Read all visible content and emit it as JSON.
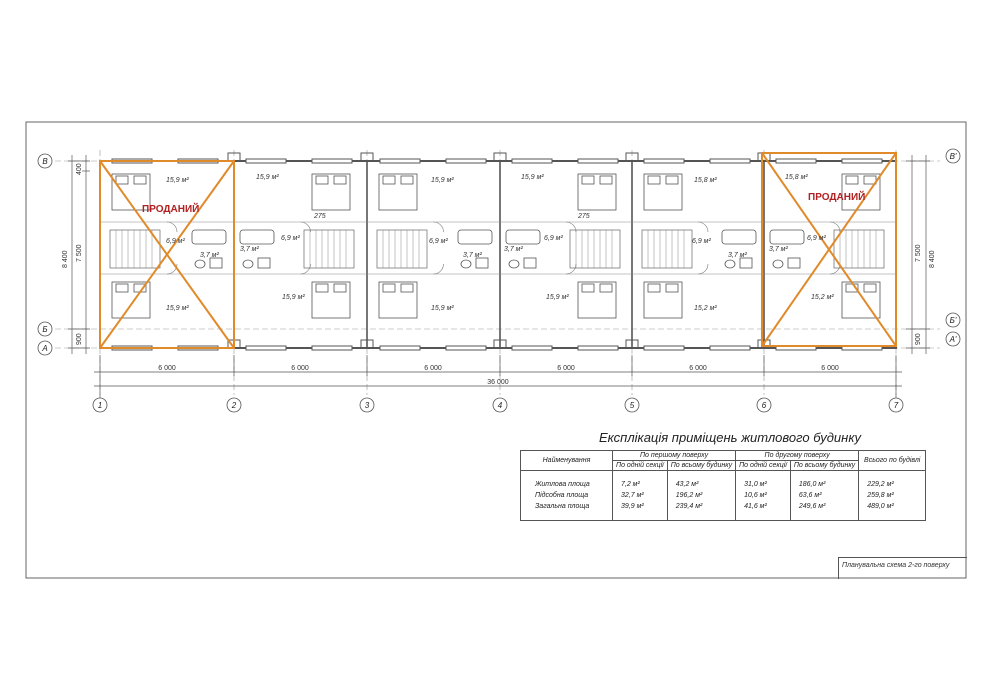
{
  "plan": {
    "rooms": {
      "bedroom_top": [
        "15,9 м²",
        "15,9 м²",
        "15,9 м²",
        "15,9 м²",
        "15,8 м²",
        "15,8 м²"
      ],
      "bedroom_bottom": [
        "15,9 м²",
        "15,9 м²",
        "15,9 м²",
        "15,9 м²",
        "15,2 м²",
        "15,2 м²"
      ],
      "hall": [
        "6,9 м²",
        "6,9 м²",
        "6,9 м²",
        "6,9 м²",
        "6,9 м²",
        "6,9 м²"
      ],
      "bath": [
        "3,7 м²",
        "3,7 м²",
        "3,7 м²",
        "3,7 м²",
        "3,7 м²",
        "3,7 м²"
      ]
    },
    "dim_275": "275",
    "sold_label": "ПРОДАНИЙ",
    "axis_numbers": [
      "1",
      "2",
      "3",
      "4",
      "5",
      "6",
      "7"
    ],
    "axis_letters_left": [
      "В",
      "Б",
      "А"
    ],
    "axis_letters_right": [
      "В'",
      "Б'",
      "А'"
    ],
    "dims_bottom": [
      "6 000",
      "6 000",
      "6 000",
      "6 000",
      "6 000",
      "6 000"
    ],
    "dim_total": "36 000",
    "dims_vertical": {
      "top": "400",
      "middle": "7 500",
      "bottom": "900",
      "total": "8 400"
    }
  },
  "explication": {
    "title": "Експлікація приміщень житлового будинку",
    "col_name": "Найменування",
    "group_first": "По першому поверху",
    "group_second": "По другому поверху",
    "col_total": "Всього по будівлі",
    "sub_section": "По одній секції",
    "sub_building": "По всьому будинку",
    "rows": [
      {
        "name": "Житлова площа",
        "v": [
          "7,2 м²",
          "43,2 м²",
          "31,0 м²",
          "186,0 м²",
          "229,2 м²"
        ]
      },
      {
        "name": "Підсобна площа",
        "v": [
          "32,7 м²",
          "196,2 м²",
          "10,6 м²",
          "63,6 м²",
          "259,8 м²"
        ]
      },
      {
        "name": "Загальна площа",
        "v": [
          "39,9 м²",
          "239,4 м²",
          "41,6 м²",
          "249,6 м²",
          "489,0 м²"
        ]
      }
    ]
  },
  "stamp_title": "Планувальна схема 2-го поверху",
  "colors": {
    "line": "#555555",
    "sold_cross": "#e08a2a",
    "sold_text": "#b02020",
    "bed_fill": "#ffffff"
  }
}
